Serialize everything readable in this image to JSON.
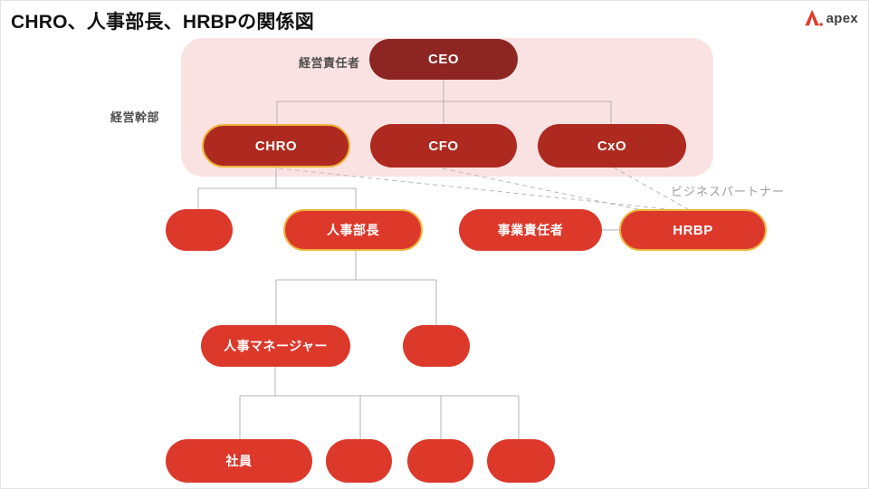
{
  "page": {
    "title": "CHRO、人事部長、HRBPの関係図"
  },
  "brand": {
    "name": "apex",
    "icon": "apex-triangle-a-icon",
    "accent_color": "#E13A2C",
    "text_color": "#3F3F3F"
  },
  "chart": {
    "type": "org-diagram",
    "group_labels": {
      "ceo_role": "経営責任者",
      "executive_group": "経営幹部",
      "business_partner": "ビジネスパートナー"
    },
    "nodes": {
      "ceo": {
        "label": "CEO",
        "highlighted": false
      },
      "chro": {
        "label": "CHRO",
        "highlighted": true
      },
      "cfo": {
        "label": "CFO",
        "highlighted": false
      },
      "cxo": {
        "label": "CxO",
        "highlighted": false
      },
      "hr_director": {
        "label": "人事部長",
        "highlighted": true
      },
      "business_owner": {
        "label": "事業責任者",
        "highlighted": false
      },
      "hrbp": {
        "label": "HRBP",
        "highlighted": true
      },
      "hr_manager": {
        "label": "人事マネージャー",
        "highlighted": false
      },
      "employee": {
        "label": "社員",
        "highlighted": false
      }
    },
    "colors": {
      "ceo_fill": "#8D2623",
      "executive_fill": "#AE2A20",
      "node_fill": "#DC392B",
      "highlight_border": "#EEB43C",
      "group_background": "#FBE2E2",
      "connector": "#B3B3B3"
    }
  }
}
